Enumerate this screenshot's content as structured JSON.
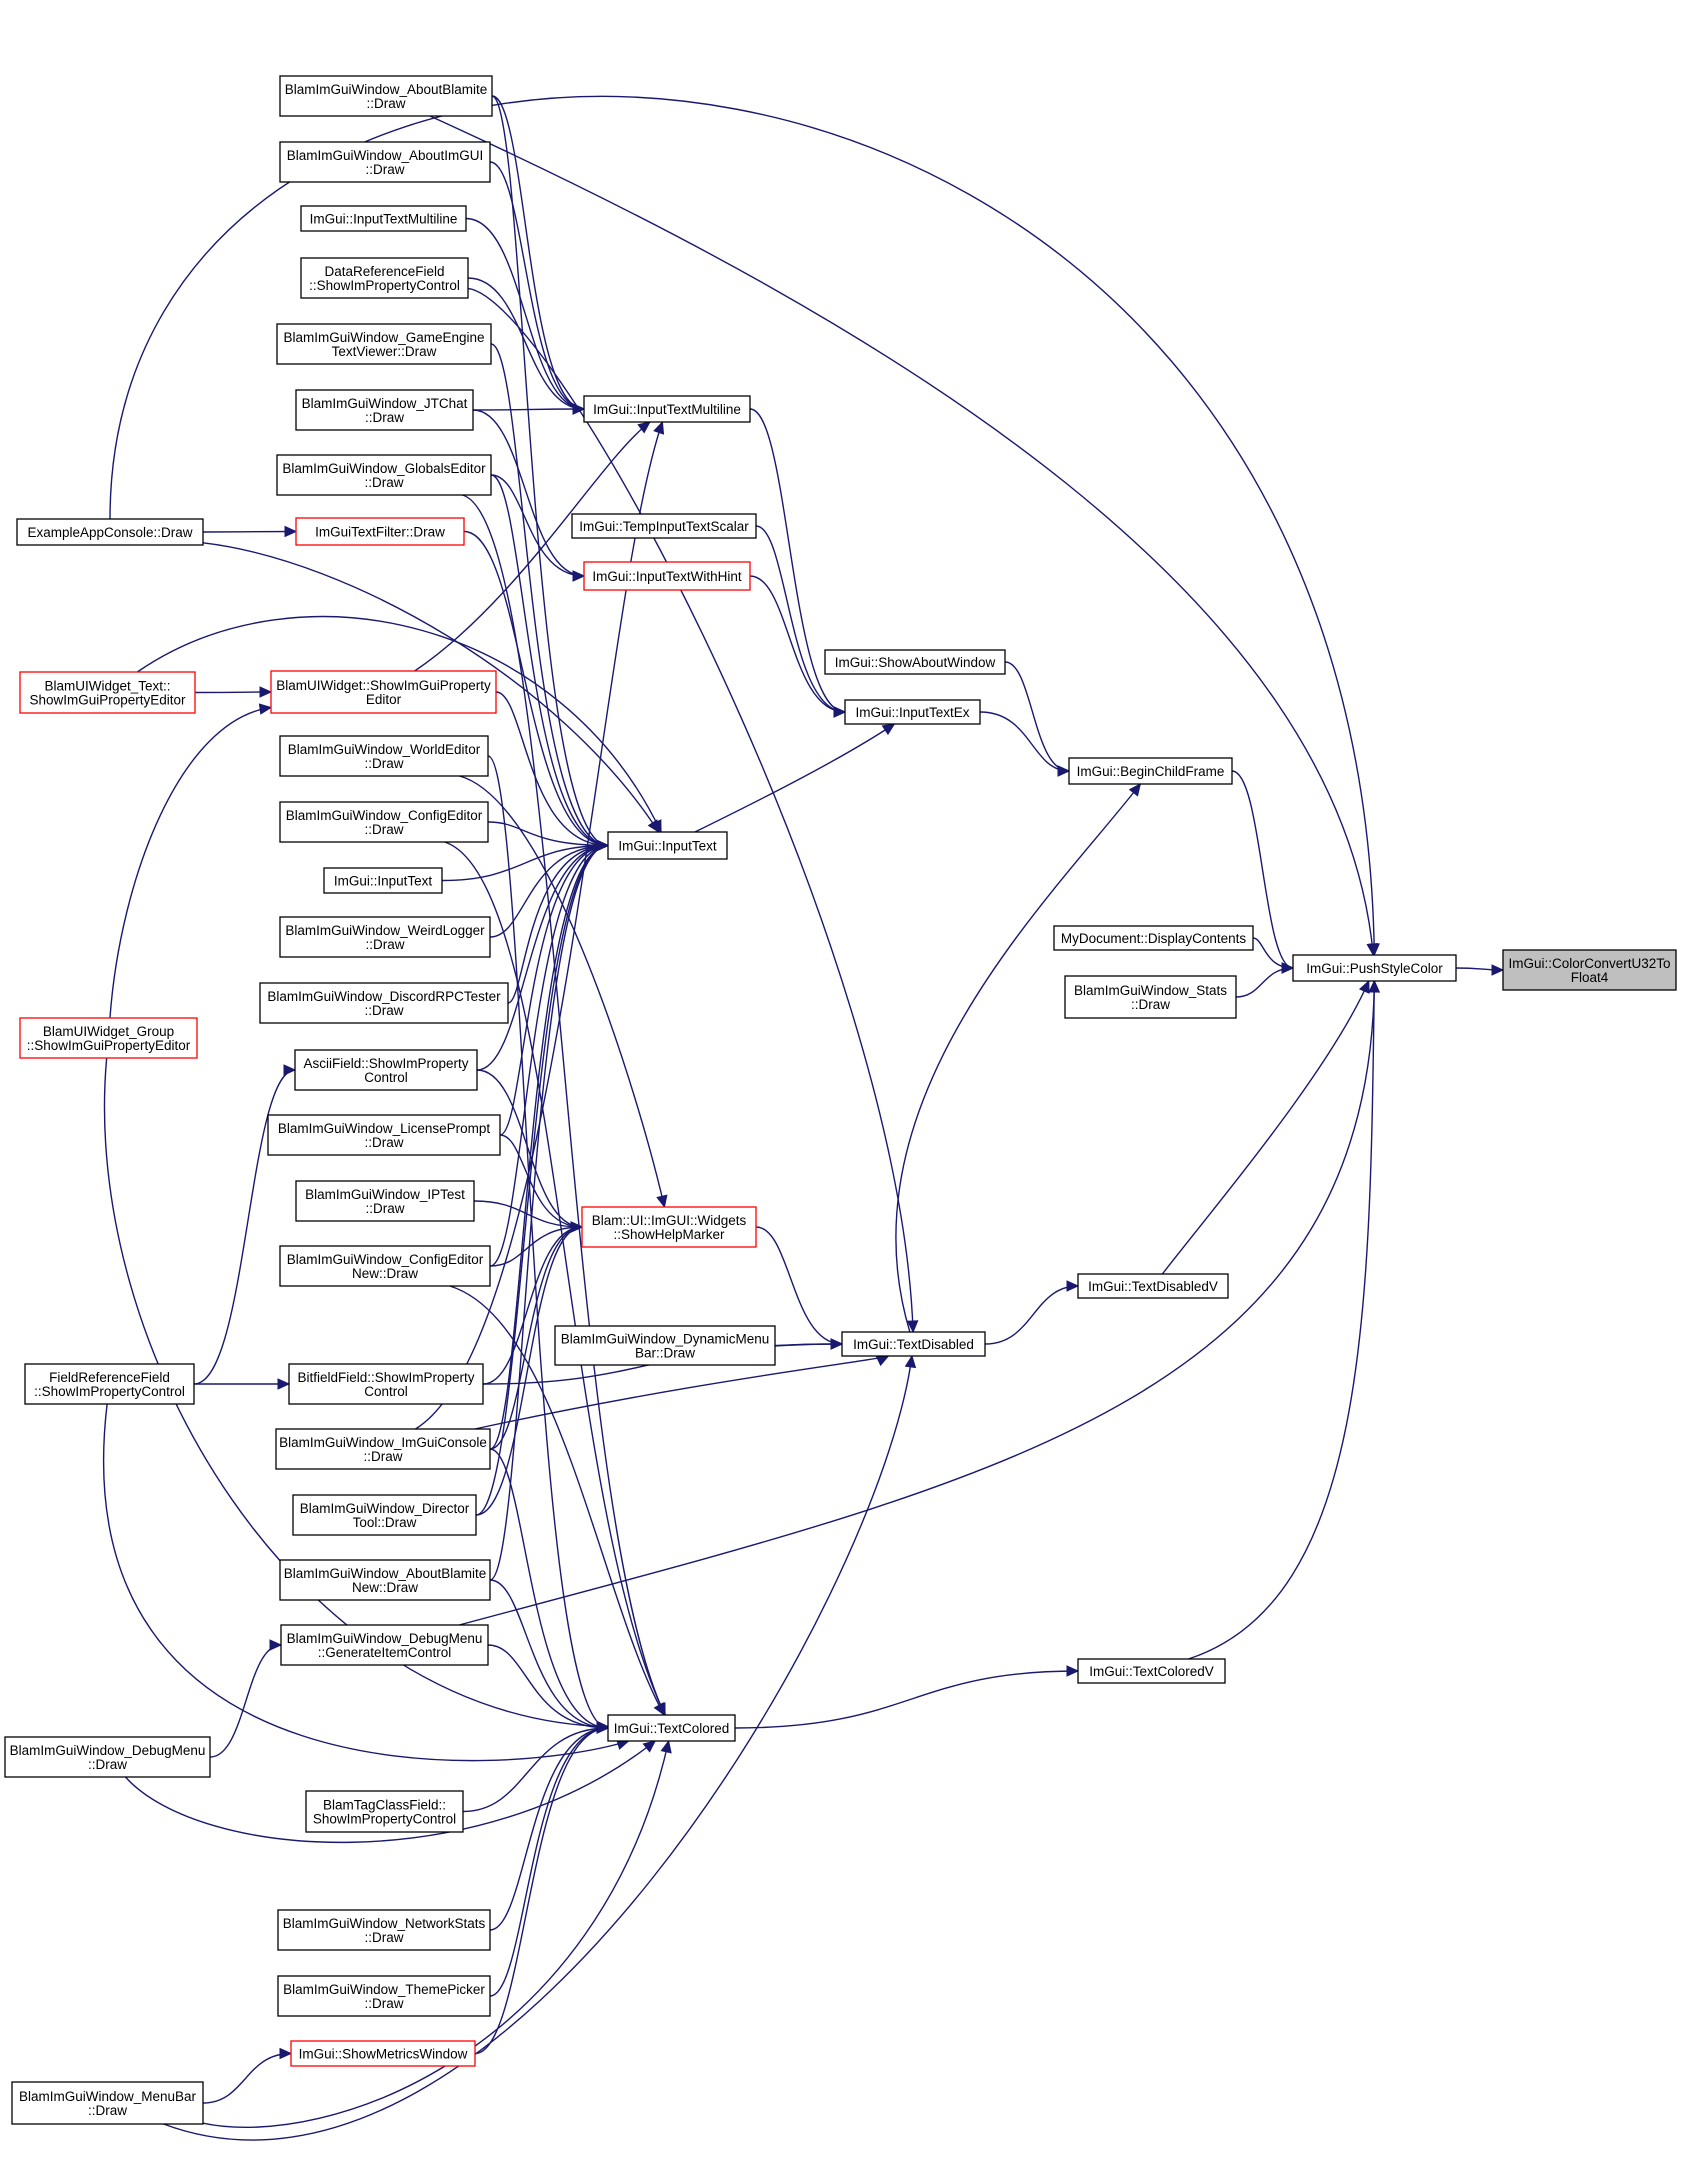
{
  "colors": {
    "edge": "#191970",
    "border": "#000000",
    "border_truncated": "#ff0000",
    "focus_fill": "#bfbfbf",
    "background": "#ffffff"
  },
  "nodes": {
    "convert": {
      "lines": [
        "ImGui::ColorConvertU32To",
        "Float4"
      ],
      "style": "focus"
    },
    "push": {
      "lines": [
        "ImGui::PushStyleColor"
      ],
      "style": "normal"
    },
    "begin_child_frame": {
      "lines": [
        "ImGui::BeginChildFrame"
      ],
      "style": "normal"
    },
    "my_document": {
      "lines": [
        "MyDocument::DisplayContents"
      ],
      "style": "normal"
    },
    "stats": {
      "lines": [
        "BlamImGuiWindow_Stats",
        "::Draw"
      ],
      "style": "normal"
    },
    "text_disabled_v": {
      "lines": [
        "ImGui::TextDisabledV"
      ],
      "style": "normal"
    },
    "text_colored_v": {
      "lines": [
        "ImGui::TextColoredV"
      ],
      "style": "normal"
    },
    "show_about_window": {
      "lines": [
        "ImGui::ShowAboutWindow"
      ],
      "style": "normal"
    },
    "input_text_ex": {
      "lines": [
        "ImGui::InputTextEx"
      ],
      "style": "normal"
    },
    "text_disabled": {
      "lines": [
        "ImGui::TextDisabled"
      ],
      "style": "normal"
    },
    "temp_input_text_scalar": {
      "lines": [
        "ImGui::TempInputTextScalar"
      ],
      "style": "normal"
    },
    "input_text_multiline_hub": {
      "lines": [
        "ImGui::InputTextMultiline"
      ],
      "style": "normal"
    },
    "input_text_with_hint": {
      "lines": [
        "ImGui::InputTextWithHint"
      ],
      "style": "truncated"
    },
    "input_text_hub": {
      "lines": [
        "ImGui::InputText"
      ],
      "style": "normal"
    },
    "show_help_marker": {
      "lines": [
        "Blam::UI::ImGUI::Widgets",
        "::ShowHelpMarker"
      ],
      "style": "truncated"
    },
    "text_colored": {
      "lines": [
        "ImGui::TextColored"
      ],
      "style": "normal"
    },
    "dynamic_menu_bar": {
      "lines": [
        "BlamImGuiWindow_DynamicMenu",
        "Bar::Draw"
      ],
      "style": "normal"
    },
    "about_blamite": {
      "lines": [
        "BlamImGuiWindow_AboutBlamite",
        "::Draw"
      ],
      "style": "normal"
    },
    "about_imgui": {
      "lines": [
        "BlamImGuiWindow_AboutImGUI",
        "::Draw"
      ],
      "style": "normal"
    },
    "input_text_multiline_leaf": {
      "lines": [
        "ImGui::InputTextMultiline"
      ],
      "style": "normal"
    },
    "data_reference_field": {
      "lines": [
        "DataReferenceField",
        "::ShowImPropertyControl"
      ],
      "style": "normal"
    },
    "game_engine_text_viewer": {
      "lines": [
        "BlamImGuiWindow_GameEngine",
        "TextViewer::Draw"
      ],
      "style": "normal"
    },
    "jtchat": {
      "lines": [
        "BlamImGuiWindow_JTChat",
        "::Draw"
      ],
      "style": "normal"
    },
    "globals_editor": {
      "lines": [
        "BlamImGuiWindow_GlobalsEditor",
        "::Draw"
      ],
      "style": "normal"
    },
    "text_filter": {
      "lines": [
        "ImGuiTextFilter::Draw"
      ],
      "style": "truncated"
    },
    "widget_show_property": {
      "lines": [
        "BlamUIWidget::ShowImGuiProperty",
        "Editor"
      ],
      "style": "truncated"
    },
    "world_editor": {
      "lines": [
        "BlamImGuiWindow_WorldEditor",
        "::Draw"
      ],
      "style": "normal"
    },
    "config_editor": {
      "lines": [
        "BlamImGuiWindow_ConfigEditor",
        "::Draw"
      ],
      "style": "normal"
    },
    "input_text_leaf": {
      "lines": [
        "ImGui::InputText"
      ],
      "style": "normal"
    },
    "weird_logger": {
      "lines": [
        "BlamImGuiWindow_WeirdLogger",
        "::Draw"
      ],
      "style": "normal"
    },
    "discord_rpc": {
      "lines": [
        "BlamImGuiWindow_DiscordRPCTester",
        "::Draw"
      ],
      "style": "normal"
    },
    "ascii_field": {
      "lines": [
        "AsciiField::ShowImProperty",
        "Control"
      ],
      "style": "normal"
    },
    "license_prompt": {
      "lines": [
        "BlamImGuiWindow_LicensePrompt",
        "::Draw"
      ],
      "style": "normal"
    },
    "iptest": {
      "lines": [
        "BlamImGuiWindow_IPTest",
        "::Draw"
      ],
      "style": "normal"
    },
    "config_editor_new": {
      "lines": [
        "BlamImGuiWindow_ConfigEditor",
        "New::Draw"
      ],
      "style": "normal"
    },
    "bitfield_field": {
      "lines": [
        "BitfieldField::ShowImProperty",
        "Control"
      ],
      "style": "normal"
    },
    "imgui_console": {
      "lines": [
        "BlamImGuiWindow_ImGuiConsole",
        "::Draw"
      ],
      "style": "normal"
    },
    "director_tool": {
      "lines": [
        "BlamImGuiWindow_Director",
        "Tool::Draw"
      ],
      "style": "normal"
    },
    "about_blamite_new": {
      "lines": [
        "BlamImGuiWindow_AboutBlamite",
        "New::Draw"
      ],
      "style": "normal"
    },
    "debug_menu_generate": {
      "lines": [
        "BlamImGuiWindow_DebugMenu",
        "::GenerateItemControl"
      ],
      "style": "normal"
    },
    "tag_class_field": {
      "lines": [
        "BlamTagClassField::",
        "ShowImPropertyControl"
      ],
      "style": "normal"
    },
    "network_stats": {
      "lines": [
        "BlamImGuiWindow_NetworkStats",
        "::Draw"
      ],
      "style": "normal"
    },
    "theme_picker": {
      "lines": [
        "BlamImGuiWindow_ThemePicker",
        "::Draw"
      ],
      "style": "normal"
    },
    "show_metrics_window": {
      "lines": [
        "ImGui::ShowMetricsWindow"
      ],
      "style": "truncated"
    },
    "example_app_console": {
      "lines": [
        "ExampleAppConsole::Draw"
      ],
      "style": "normal"
    },
    "widget_text": {
      "lines": [
        "BlamUIWidget_Text::",
        "ShowImGuiPropertyEditor"
      ],
      "style": "truncated"
    },
    "widget_group": {
      "lines": [
        "BlamUIWidget_Group",
        "::ShowImGuiPropertyEditor"
      ],
      "style": "truncated"
    },
    "field_reference_field": {
      "lines": [
        "FieldReferenceField",
        "::ShowImPropertyControl"
      ],
      "style": "normal"
    },
    "debug_menu_draw": {
      "lines": [
        "BlamImGuiWindow_DebugMenu",
        "::Draw"
      ],
      "style": "normal"
    },
    "menu_bar": {
      "lines": [
        "BlamImGuiWindow_MenuBar",
        "::Draw"
      ],
      "style": "normal"
    }
  },
  "edges": [
    [
      "push",
      "convert"
    ],
    [
      "begin_child_frame",
      "push"
    ],
    [
      "my_document",
      "push"
    ],
    [
      "stats",
      "push"
    ],
    [
      "text_disabled_v",
      "push"
    ],
    [
      "text_colored_v",
      "push"
    ],
    [
      "about_blamite",
      "push"
    ],
    [
      "example_app_console",
      "push"
    ],
    [
      "debug_menu_generate",
      "push"
    ],
    [
      "show_about_window",
      "begin_child_frame"
    ],
    [
      "input_text_ex",
      "begin_child_frame"
    ],
    [
      "text_disabled",
      "begin_child_frame"
    ],
    [
      "text_disabled",
      "text_disabled_v"
    ],
    [
      "text_colored",
      "text_colored_v"
    ],
    [
      "input_text_multiline_hub",
      "input_text_ex"
    ],
    [
      "input_text_with_hint",
      "input_text_ex"
    ],
    [
      "temp_input_text_scalar",
      "input_text_ex"
    ],
    [
      "input_text_hub",
      "input_text_ex"
    ],
    [
      "show_help_marker",
      "text_disabled"
    ],
    [
      "dynamic_menu_bar",
      "text_disabled"
    ],
    [
      "bitfield_field",
      "text_disabled"
    ],
    [
      "imgui_console",
      "text_disabled"
    ],
    [
      "data_reference_field",
      "text_disabled"
    ],
    [
      "menu_bar",
      "text_disabled"
    ],
    [
      "about_blamite",
      "input_text_multiline_hub"
    ],
    [
      "about_imgui",
      "input_text_multiline_hub"
    ],
    [
      "input_text_multiline_leaf",
      "input_text_multiline_hub"
    ],
    [
      "data_reference_field",
      "input_text_multiline_hub"
    ],
    [
      "jtchat",
      "input_text_multiline_hub"
    ],
    [
      "widget_show_property",
      "input_text_multiline_hub"
    ],
    [
      "imgui_console",
      "input_text_multiline_hub"
    ],
    [
      "jtchat",
      "input_text_with_hint"
    ],
    [
      "globals_editor",
      "input_text_with_hint"
    ],
    [
      "example_app_console",
      "text_filter"
    ],
    [
      "widget_text",
      "widget_show_property"
    ],
    [
      "widget_group",
      "widget_show_property"
    ],
    [
      "example_app_console",
      "input_text_hub"
    ],
    [
      "text_filter",
      "input_text_hub"
    ],
    [
      "widget_show_property",
      "input_text_hub"
    ],
    [
      "widget_text",
      "input_text_hub"
    ],
    [
      "about_blamite",
      "input_text_hub"
    ],
    [
      "game_engine_text_viewer",
      "input_text_hub"
    ],
    [
      "globals_editor",
      "input_text_hub"
    ],
    [
      "config_editor",
      "input_text_hub"
    ],
    [
      "input_text_leaf",
      "input_text_hub"
    ],
    [
      "weird_logger",
      "input_text_hub"
    ],
    [
      "discord_rpc",
      "input_text_hub"
    ],
    [
      "license_prompt",
      "input_text_hub"
    ],
    [
      "config_editor_new",
      "input_text_hub"
    ],
    [
      "imgui_console",
      "input_text_hub"
    ],
    [
      "director_tool",
      "input_text_hub"
    ],
    [
      "about_blamite_new",
      "input_text_hub"
    ],
    [
      "ascii_field",
      "input_text_hub"
    ],
    [
      "ascii_field",
      "show_help_marker"
    ],
    [
      "iptest",
      "show_help_marker"
    ],
    [
      "license_prompt",
      "show_help_marker"
    ],
    [
      "config_editor_new",
      "show_help_marker"
    ],
    [
      "bitfield_field",
      "show_help_marker"
    ],
    [
      "imgui_console",
      "show_help_marker"
    ],
    [
      "director_tool",
      "show_help_marker"
    ],
    [
      "world_editor",
      "show_help_marker"
    ],
    [
      "field_reference_field",
      "bitfield_field"
    ],
    [
      "field_reference_field",
      "ascii_field"
    ],
    [
      "world_editor",
      "text_colored"
    ],
    [
      "config_editor",
      "text_colored"
    ],
    [
      "config_editor_new",
      "text_colored"
    ],
    [
      "imgui_console",
      "text_colored"
    ],
    [
      "about_blamite_new",
      "text_colored"
    ],
    [
      "debug_menu_generate",
      "text_colored"
    ],
    [
      "tag_class_field",
      "text_colored"
    ],
    [
      "network_stats",
      "text_colored"
    ],
    [
      "theme_picker",
      "text_colored"
    ],
    [
      "show_metrics_window",
      "text_colored"
    ],
    [
      "menu_bar",
      "text_colored"
    ],
    [
      "debug_menu_draw",
      "text_colored"
    ],
    [
      "field_reference_field",
      "text_colored"
    ],
    [
      "widget_group",
      "text_colored"
    ],
    [
      "globals_editor",
      "text_colored"
    ],
    [
      "debug_menu_draw",
      "debug_menu_generate"
    ],
    [
      "menu_bar",
      "show_metrics_window"
    ]
  ]
}
